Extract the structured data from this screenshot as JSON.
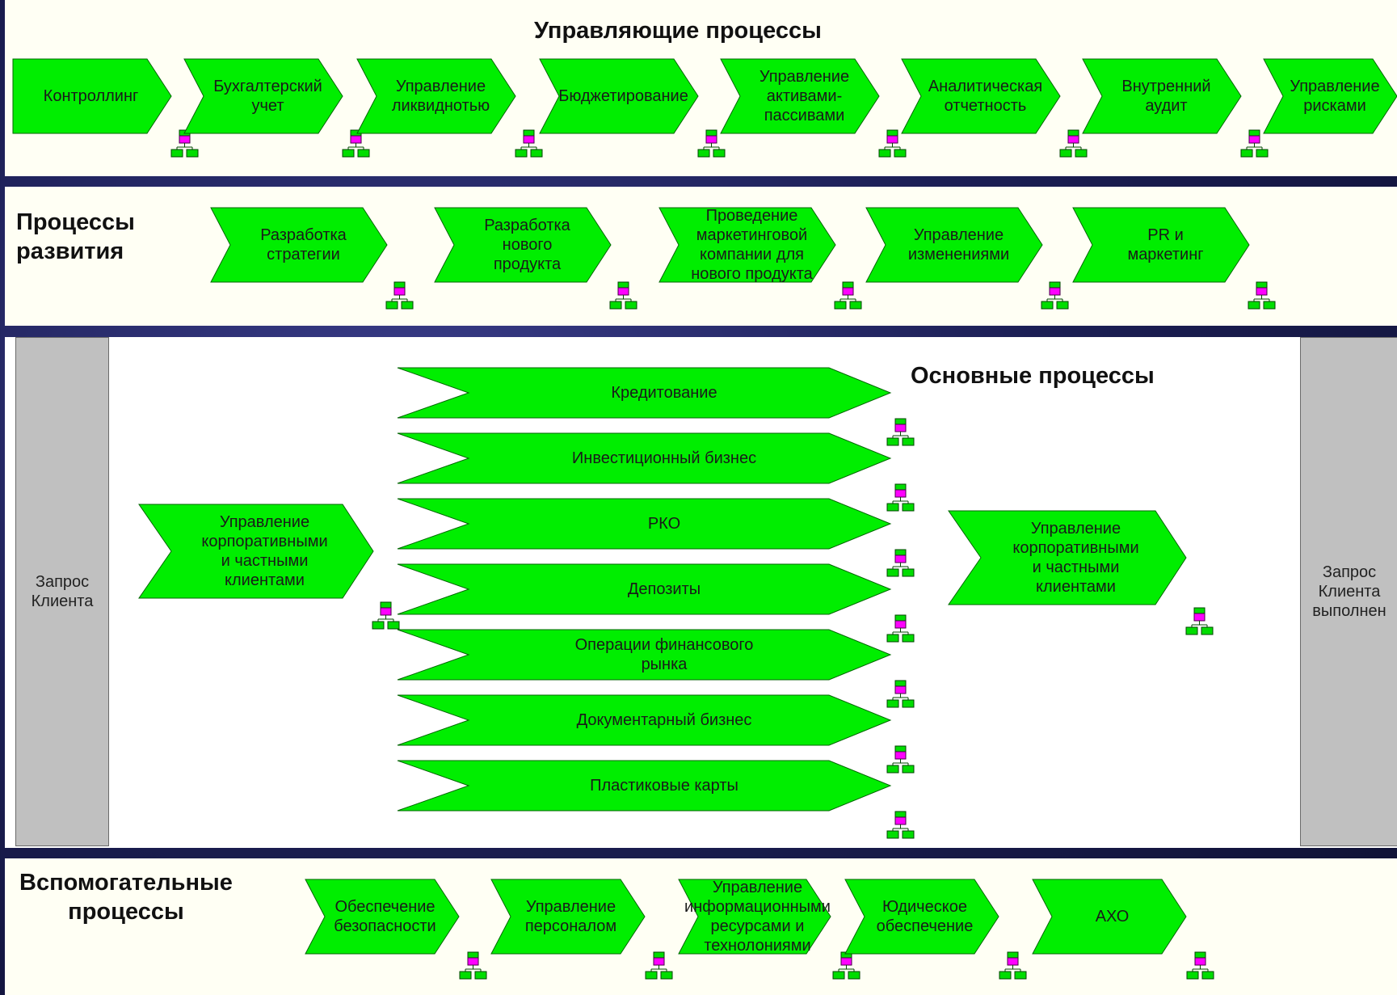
{
  "colors": {
    "chevron_fill": "#00ee00",
    "chevron_stroke": "#006600",
    "icon_magenta": "#ff00ff",
    "icon_green": "#00dd00"
  },
  "management": {
    "title": "Управляющие процессы",
    "items": [
      {
        "label": "Контроллинг"
      },
      {
        "label": "Бухгалтерский\nучет"
      },
      {
        "label": "Управление\nликвиднотью"
      },
      {
        "label": "Бюджетирование"
      },
      {
        "label": "Управление\nактивами-\nпассивами"
      },
      {
        "label": "Аналитическая\nотчетность"
      },
      {
        "label": "Внутренний\nаудит"
      },
      {
        "label": "Управление\nрисками"
      }
    ]
  },
  "development": {
    "title": "Процессы\nразвития",
    "items": [
      {
        "label": "Разработка\nстратегии"
      },
      {
        "label": "Разработка\nнового\nпродукта"
      },
      {
        "label": "Проведение\nмаркетинговой\nкомпании для\nнового продукта"
      },
      {
        "label": "Управление\nизменениями"
      },
      {
        "label": "PR и\nмаркетинг"
      }
    ]
  },
  "core": {
    "title": "Основные процессы",
    "start": "Запрос\nКлиента",
    "end": "Запрос\nКлиента\nвыполнен",
    "left_process": "Управление\nкорпоративными\nи частными\nклиентами",
    "right_process": "Управление\nкорпоративными\nи частными\nклиентами",
    "items": [
      {
        "label": "Кредитование"
      },
      {
        "label": "Инвестиционный бизнес"
      },
      {
        "label": "РКО"
      },
      {
        "label": "Депозиты"
      },
      {
        "label": "Операции финансового\nрынка"
      },
      {
        "label": "Документарный бизнес"
      },
      {
        "label": "Пластиковые карты"
      }
    ]
  },
  "auxiliary": {
    "title": "Вспомогательные\nпроцессы",
    "items": [
      {
        "label": "Обеспечение\nбезопасности"
      },
      {
        "label": "Управление\nперсоналом"
      },
      {
        "label": "Управление\nинформационными\nресурсами и\nтехнолониями"
      },
      {
        "label": "Юдическое\nобеспечение"
      },
      {
        "label": "АХО"
      }
    ]
  }
}
